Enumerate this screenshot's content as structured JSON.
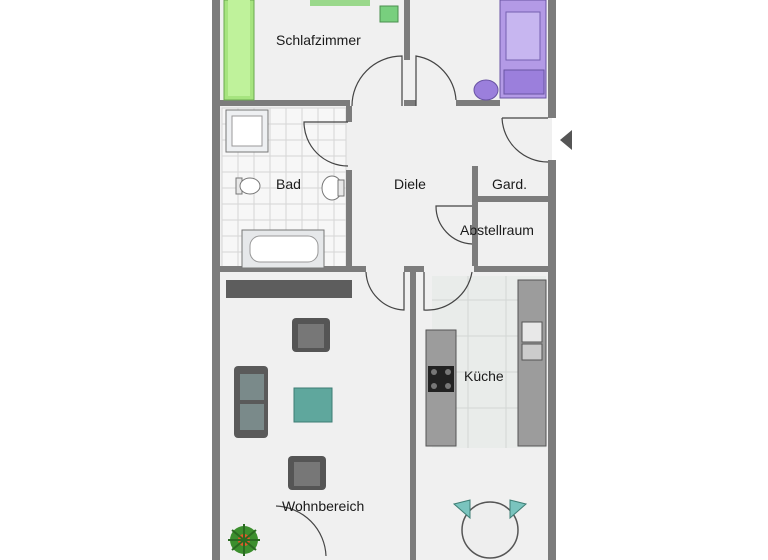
{
  "rooms": {
    "bedroom": "Schlafzimmer",
    "bathroom": "Bad",
    "hall": "Diele",
    "wardrobe": "Gard.",
    "storage": "Abstellraum",
    "kitchen": "Küche",
    "living": "Wohnbereich"
  },
  "colors": {
    "wall": "#7c7c7c",
    "floor": "#f0f0f0",
    "tile": "#e4e4e4",
    "bed_green": "#a6e47f",
    "bed_purple": "#9b7fdc",
    "sofa": "#5a5a5a",
    "table_teal": "#5fa79d",
    "chair_teal": "#7ac4be",
    "plant": "#3c8f2e",
    "counter": "#8b8b8b"
  }
}
